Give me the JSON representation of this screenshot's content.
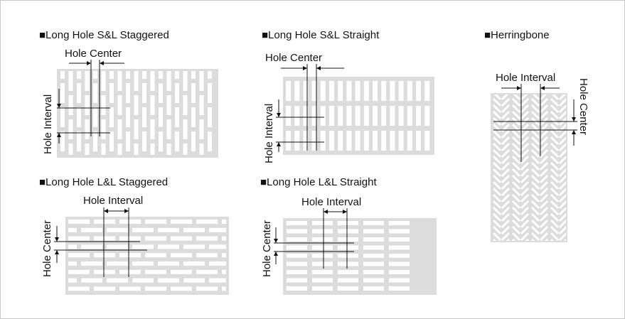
{
  "colors": {
    "plate": "#dcdcdc",
    "hole": "#ffffff",
    "line": "#111111",
    "border": "#c8c8c8"
  },
  "panels": {
    "sl_staggered": {
      "title": "■Long Hole S&L Staggered",
      "label_top": "Hole Center",
      "label_side": "Hole Interval"
    },
    "sl_straight": {
      "title": "■Long Hole S&L Straight",
      "label_top": "Hole Center",
      "label_side": "Hole Interval"
    },
    "herringbone": {
      "title": "■Herringbone",
      "label_top": "Hole Interval",
      "label_side": "Hole Center"
    },
    "ll_staggered": {
      "title": "■Long Hole L&L Staggered",
      "label_top": "Hole Interval",
      "label_side": "Hole Center"
    },
    "ll_straight": {
      "title": "■Long Hole L&L Straight",
      "label_top": "Hole Interval",
      "label_side": "Hole Center"
    }
  }
}
